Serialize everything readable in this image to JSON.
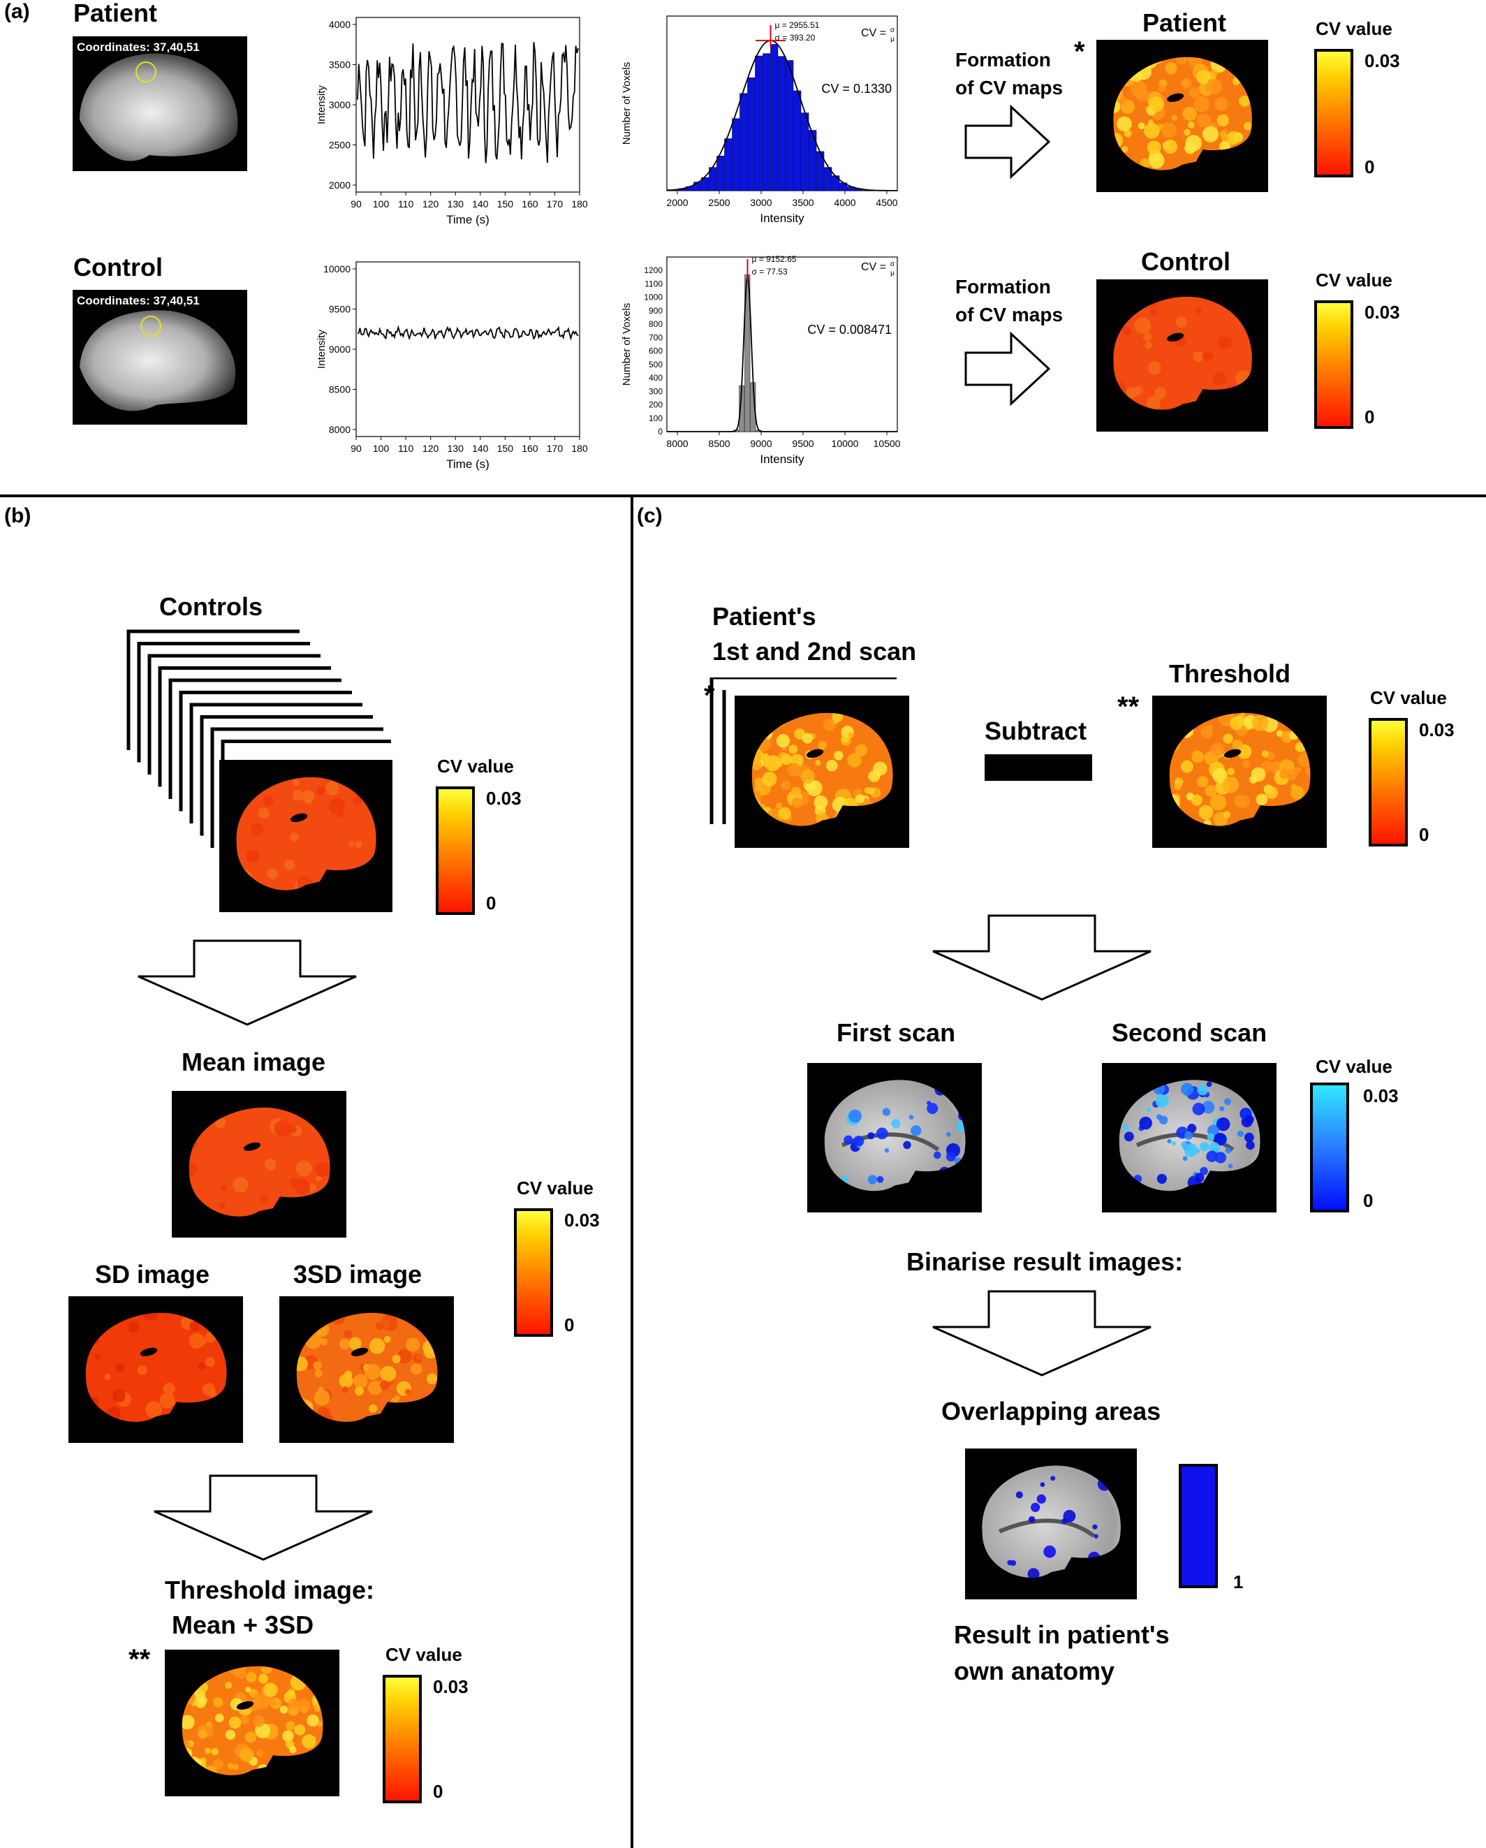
{
  "panels": {
    "a": "(a)",
    "b": "(b)",
    "c": "(c)"
  },
  "a": {
    "patient_label": "Patient",
    "control_label": "Control",
    "coordinates": "Coordinates: 37,40,51",
    "formation_line1": "Formation",
    "formation_line2": "of CV maps",
    "patient_map_title": "Patient",
    "control_map_title": "Control",
    "asterisk": "*",
    "cv_value": "CV value",
    "cv_max": "0.03",
    "cv_min": "0",
    "ts_patient": {
      "ylabel": "Intensity",
      "xlabel": "Time (s)",
      "yticks": [
        "2000",
        "2500",
        "3000",
        "3500",
        "4000"
      ],
      "xticks": [
        "90",
        "100",
        "110",
        "120",
        "130",
        "140",
        "150",
        "160",
        "170",
        "180"
      ]
    },
    "ts_control": {
      "ylabel": "Intensity",
      "xlabel": "Time (s)",
      "yticks": [
        "8000",
        "8500",
        "9000",
        "9500",
        "10000"
      ],
      "xticks": [
        "90",
        "100",
        "110",
        "120",
        "130",
        "140",
        "150",
        "160",
        "170",
        "180"
      ]
    },
    "hist_patient": {
      "ylabel": "Number of Voxels",
      "xlabel": "Intensity",
      "xticks": [
        "2000",
        "2500",
        "3000",
        "3500",
        "4000",
        "4500"
      ],
      "mu": "μ = 2955.51",
      "sigma": "σ = 393.20",
      "cv_formula": "CV = σ/μ",
      "cv": "CV = 0.1330"
    },
    "hist_control": {
      "ylabel": "Number of Voxels",
      "xlabel": "Intensity",
      "xticks": [
        "8000",
        "8500",
        "9000",
        "9500",
        "10000",
        "10500"
      ],
      "yticks": [
        "0",
        "100",
        "200",
        "300",
        "400",
        "500",
        "600",
        "700",
        "800",
        "900",
        "1000",
        "1100",
        "1200"
      ],
      "mu": "μ = 9152.65",
      "sigma": "σ = 77.53",
      "cv_formula": "CV = σ/μ",
      "cv": "CV = 0.008471"
    }
  },
  "b": {
    "controls": "Controls",
    "cv_value": "CV value",
    "cv_max": "0.03",
    "cv_min": "0",
    "mean_image": "Mean image",
    "sd_image": "SD image",
    "sd3_image": "3SD image",
    "threshold_line1": "Threshold image:",
    "threshold_line2": "Mean + 3SD",
    "double_asterisk": "**"
  },
  "c": {
    "patient_scans_line1": "Patient's",
    "patient_scans_line2": "1st and 2nd scan",
    "asterisk": "*",
    "subtract": "Subtract",
    "threshold": "Threshold",
    "double_asterisk": "**",
    "cv_value": "CV value",
    "cv_max": "0.03",
    "cv_min": "0",
    "first_scan": "First scan",
    "second_scan": "Second scan",
    "binarise": "Binarise result images:",
    "overlapping": "Overlapping areas",
    "binary_max": "1",
    "result_line1": "Result in patient's",
    "result_line2": "own anatomy"
  },
  "colors": {
    "hot_low": "#ff1400",
    "hot_high": "#ffff3c",
    "cool_low": "#0010ff",
    "cool_high": "#30e8ff",
    "hist_patient_bar": "#0a14d8",
    "hist_control_bar": "#8c8c8c"
  }
}
